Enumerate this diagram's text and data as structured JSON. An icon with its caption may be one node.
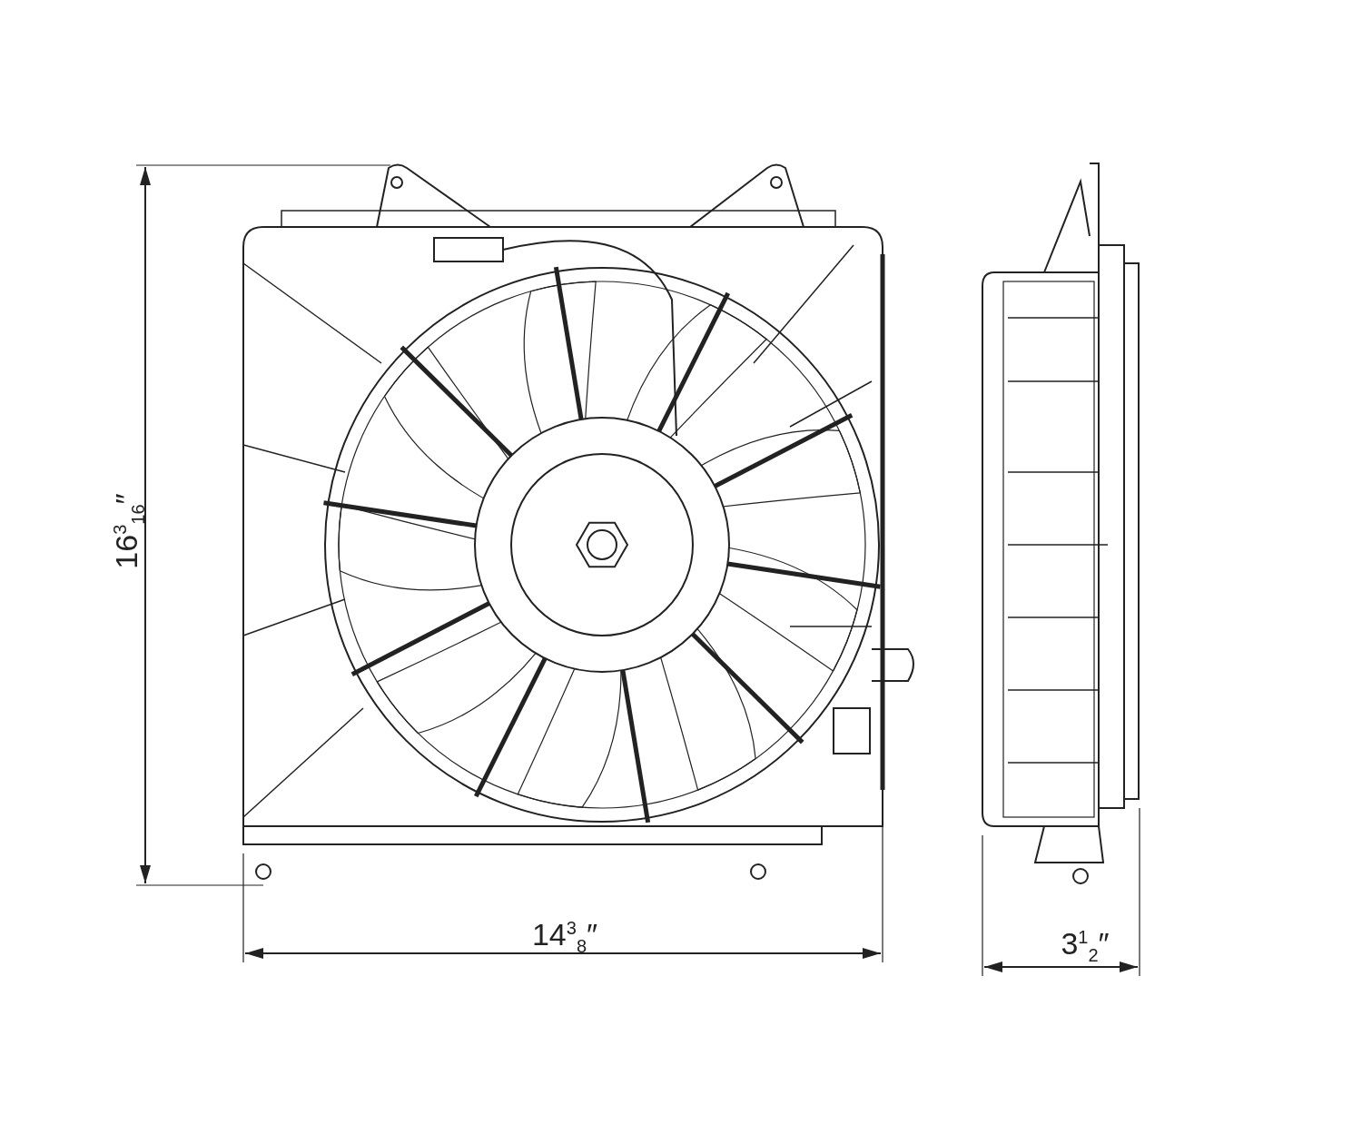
{
  "diagram": {
    "labels": [
      "16$^{3}$$_{16}$″",
      "14$^{3}$$_{8}$″",
      "3$^{1}$$_{2}$″"
    ]
  }
}
